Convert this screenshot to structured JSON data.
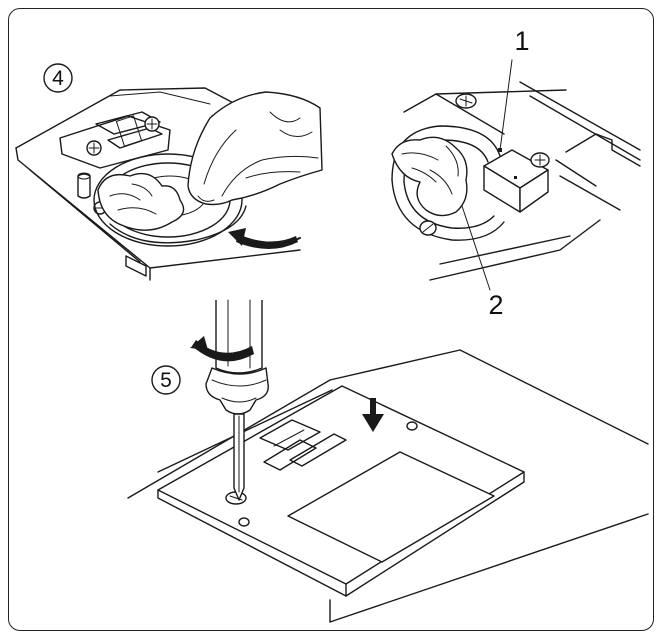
{
  "steps": {
    "step4": "4",
    "step5": "5"
  },
  "callouts": {
    "part1": "1",
    "part2": "2"
  },
  "colors": {
    "line": "#1a1a1a",
    "background": "#ffffff"
  }
}
